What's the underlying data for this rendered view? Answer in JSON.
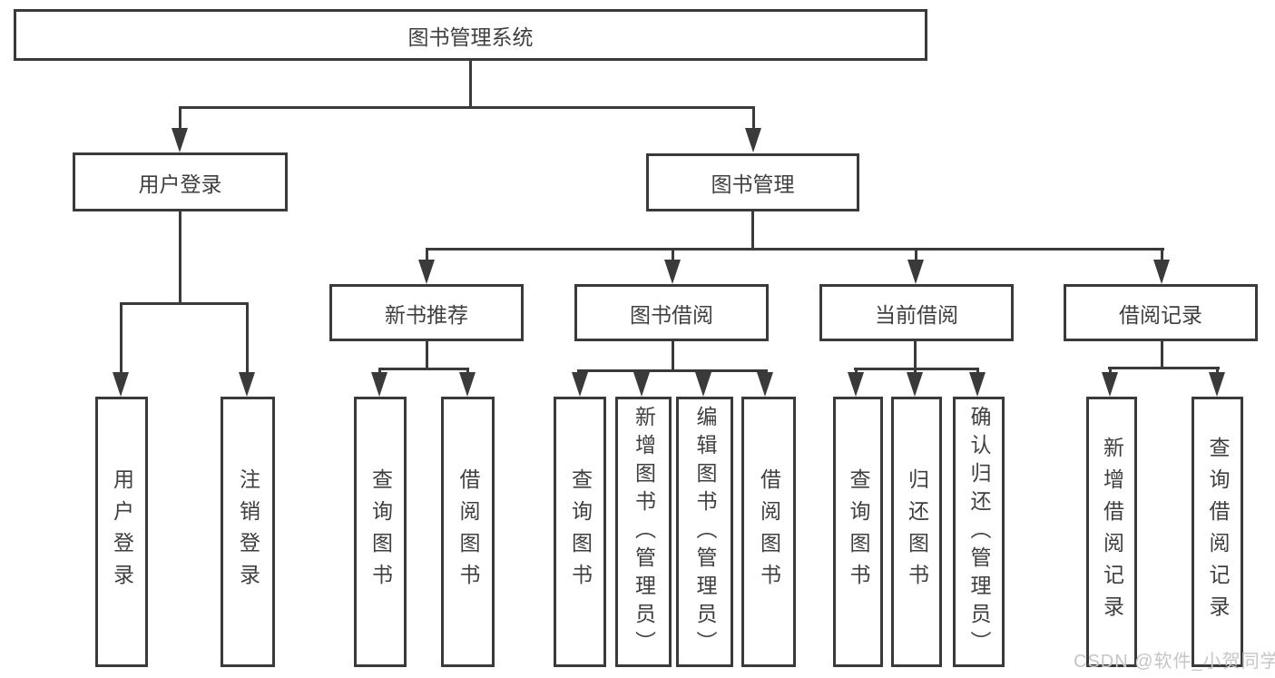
{
  "diagram": {
    "root": {
      "label": "图书管理系统"
    },
    "level2": [
      {
        "label": "用户登录"
      },
      {
        "label": "图书管理"
      }
    ],
    "level3": [
      {
        "label": "新书推荐"
      },
      {
        "label": "图书借阅"
      },
      {
        "label": "当前借阅"
      },
      {
        "label": "借阅记录"
      }
    ],
    "leaves": {
      "user_login": "用户登录",
      "logout": "注销登录",
      "recommend_query": "查询图书",
      "recommend_borrow": "借阅图书",
      "borrow_query": "查询图书",
      "borrow_add": "新增图书（管理员）",
      "borrow_edit": "编辑图书（管理员）",
      "borrow_borrow": "借阅图书",
      "current_query": "查询图书",
      "current_return": "归还图书",
      "current_confirm": "确认归还（管理员）",
      "records_add": "新增借阅记录",
      "records_query": "查询借阅记录"
    }
  },
  "watermark": {
    "text": "CSDN @软件_小贺同学"
  },
  "colors": {
    "line": "#3a3a3a",
    "text": "#3f3f3f",
    "watermark": "#c6c6c6",
    "background": "#ffffff"
  }
}
